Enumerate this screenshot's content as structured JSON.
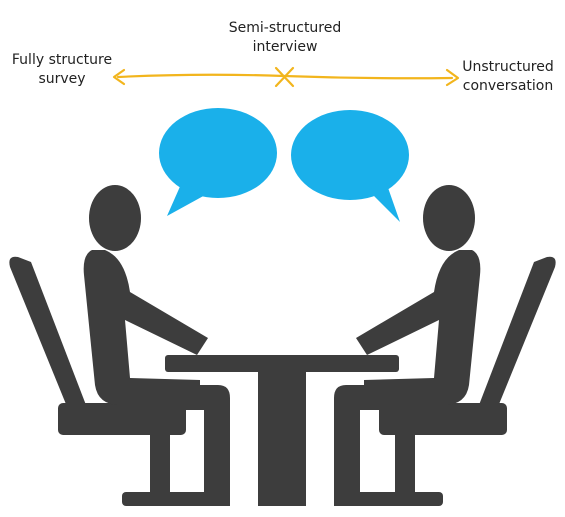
{
  "spectrum": {
    "left_label": [
      "Fully structure",
      "survey"
    ],
    "middle_label": [
      "Semi-structured",
      "interview"
    ],
    "right_label": [
      "Unstructured",
      "conversation"
    ],
    "line_color": "#f2b51d"
  },
  "figures": {
    "person_color": "#3d3d3d",
    "bubble_color": "#1ab0ea",
    "icons": [
      "speech-bubble-icon",
      "speech-bubble-icon",
      "person-icon",
      "person-icon",
      "chair-icon",
      "chair-icon",
      "table-icon"
    ]
  }
}
